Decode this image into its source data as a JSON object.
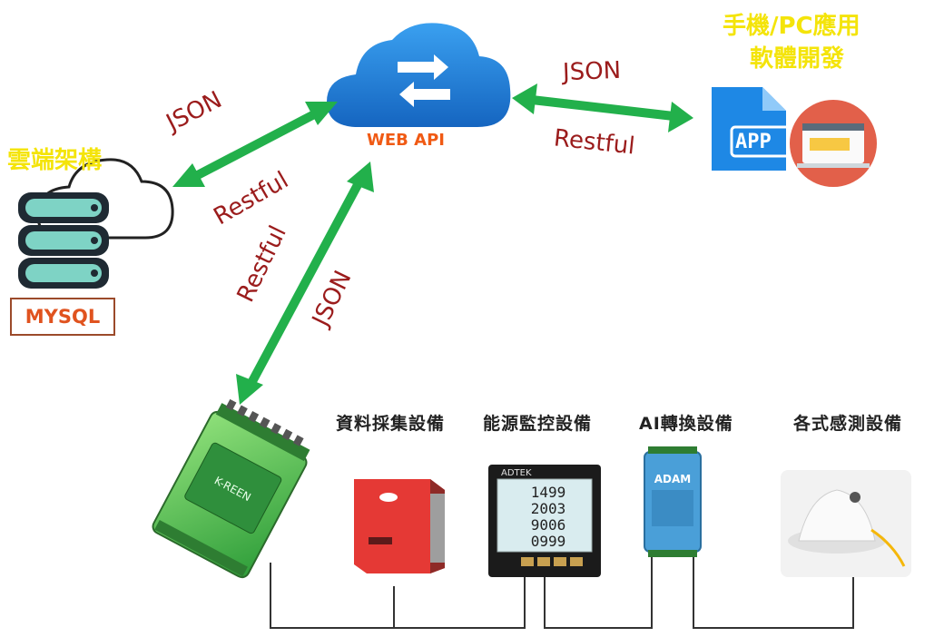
{
  "cloud_label": "雲端架構",
  "database_label": "MYSQL",
  "api_label": "WEB API",
  "app_label_line1": "手機/PC應用",
  "app_label_line2": "軟體開發",
  "app_icon_text": "APP",
  "links": {
    "db_json": "JSON",
    "db_restful": "Restful",
    "app_json": "JSON",
    "app_restful": "Restful",
    "device_restful": "Restful",
    "device_json": "JSON"
  },
  "devices": {
    "data_acquisition": "資料採集設備",
    "energy_monitor": "能源監控設備",
    "ai_converter": "AI轉換設備",
    "sensors": "各式感測設備"
  },
  "module_brand": "K-REEN",
  "meter_brand": "ADTEK",
  "meter_readings": [
    "1499",
    "2003",
    "9006",
    "0999"
  ],
  "ai_brand": "ADAM",
  "colors": {
    "arrow": "#22b04b",
    "cloud_blue": "#1e88e5",
    "label_red": "#9b1c1c",
    "accent_orange": "#f05a14",
    "yellow": "#f4e40a"
  }
}
